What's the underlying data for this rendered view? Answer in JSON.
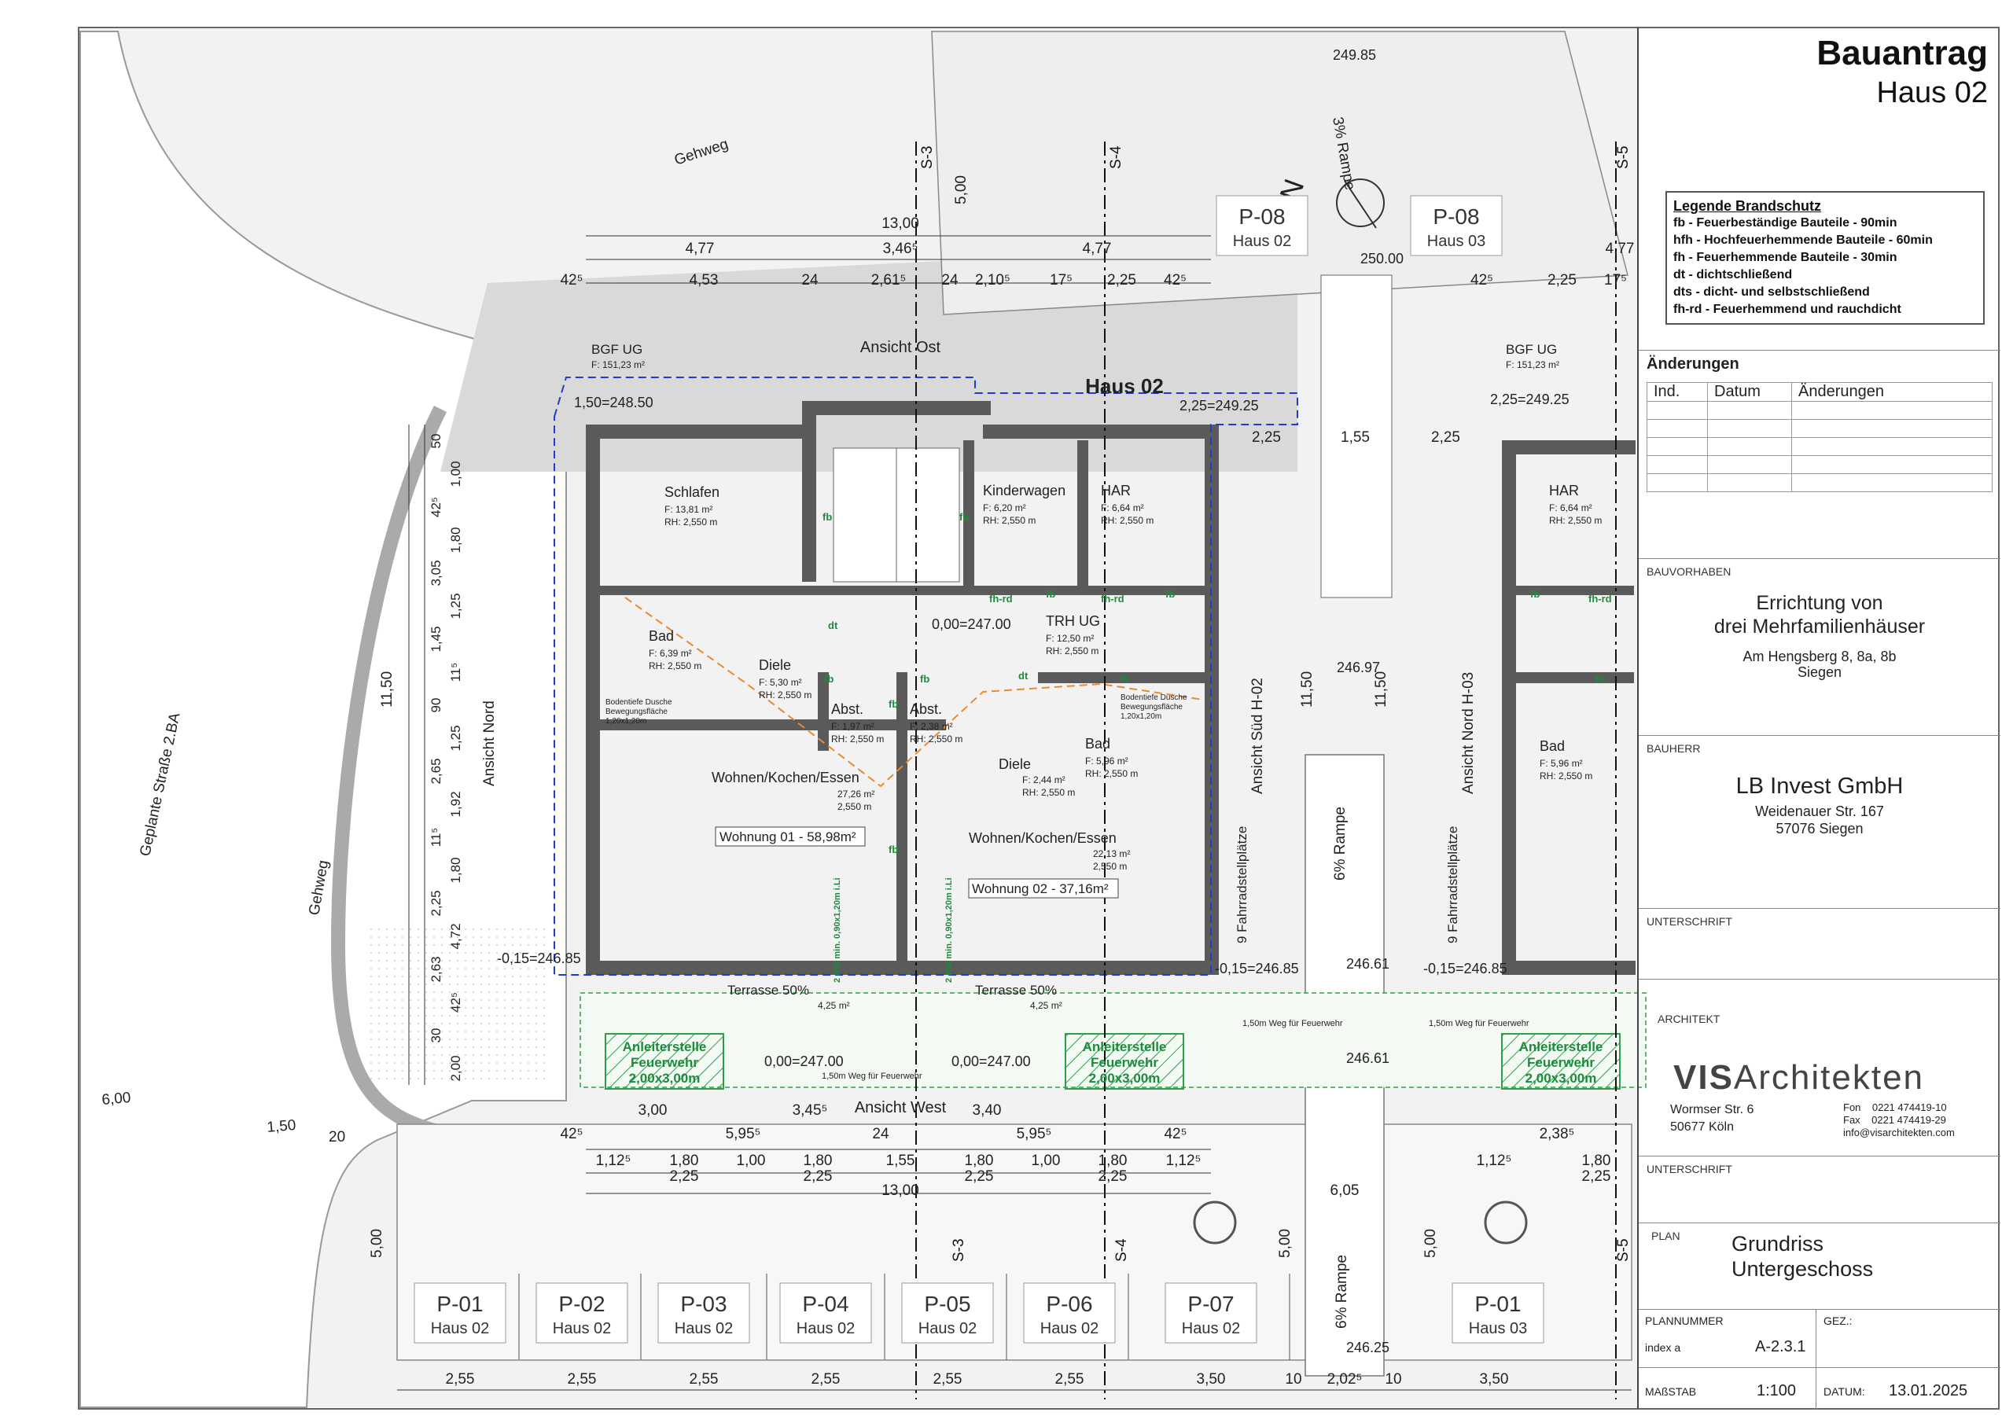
{
  "title_block": {
    "title": "Bauantrag",
    "subtitle": "Haus 02",
    "legend": {
      "heading": "Legende Brandschutz",
      "items": [
        "fb - Feuerbeständige Bauteile - 90min",
        "hfh - Hochfeuerhemmende Bauteile - 60min",
        "fh - Feuerhemmende Bauteile  - 30min",
        "dt - dichtschließend",
        "dts - dicht- und selbstschließend",
        "fh-rd - Feuerhemmend und rauchdicht"
      ]
    },
    "changes": {
      "heading": "Änderungen",
      "col_ind": "Ind.",
      "col_date": "Datum",
      "col_change": "Änderungen"
    },
    "bauvorhaben": {
      "label": "BAUVORHABEN",
      "line1": "Errichtung von",
      "line2": "drei Mehrfamilienhäuser",
      "address": "Am Hengsberg 8, 8a, 8b",
      "city": "Siegen"
    },
    "bauherr": {
      "label": "BAUHERR",
      "name": "LB Invest GmbH",
      "street": "Weidenauer Str. 167",
      "city": "57076 Siegen"
    },
    "unterschrift1": "UNTERSCHRIFT",
    "architekt": {
      "label": "ARCHITEKT",
      "logo_bold": "VIS",
      "logo_rest": "Architekten",
      "street": "Wormser Str. 6",
      "city": "50677 Köln",
      "fon_label": "Fon",
      "fon": "0221 474419-10",
      "fax_label": "Fax",
      "fax": "0221 474419-29",
      "email": "info@visarchitekten.com"
    },
    "unterschrift2": "UNTERSCHRIFT",
    "plan": {
      "label": "PLAN",
      "line1": "Grundriss",
      "line2": "Untergeschoss"
    },
    "plannummer_label": "PLANNUMMER",
    "index_label": "index a",
    "plannummer": "A-2.3.1",
    "gez_label": "GEZ.:",
    "massstab_label": "MAßSTAB",
    "massstab": "1:100",
    "datum_label": "DATUM:",
    "datum": "13.01.2025"
  },
  "drawing": {
    "house_title": "Haus 02",
    "north": "N",
    "ramp_top": "3% Rampe",
    "ramp_mid": "6% Rampe",
    "ramp_bottom": "6% Rampe",
    "gehweg": "Gehweg",
    "strasse": "Geplante Straße 2.BA",
    "ansicht_ost": "Ansicht Ost",
    "ansicht_west": "Ansicht West",
    "ansicht_nord": "Ansicht Nord",
    "ansicht_sued": "Ansicht Süd H-02",
    "ansicht_nord_h03": "Ansicht Nord H-03",
    "fahrrad": "9 Fahrradstellplätze",
    "bgf_label": "BGF UG",
    "bgf_area": "F:  151,23 m²",
    "levels": {
      "l1": "1,50=248.50",
      "l2": "2,25=249.25",
      "l3": "0,00=247.00",
      "l4": "-0,15=246.85",
      "l5": "250.00",
      "l6": "249.85",
      "l7": "246.97",
      "l8": "246.61",
      "l9": "246.25"
    },
    "rooms": {
      "schlafen": "Schlafen",
      "schlafen_f": "F:     13,81 m²",
      "schlafen_rh": "RH: 2,550 m",
      "kinderwagen": "Kinderwagen",
      "kinderwagen_f": "F:           6,20 m²",
      "kinderwagen_rh": "RH:       2,550 m",
      "har": "HAR",
      "har_f": "F:    6,64 m²",
      "har_rh": "RH: 2,550 m",
      "bad": "Bad",
      "bad_f": "F:   6,39 m²",
      "bad_rh": "RH: 2,550 m",
      "diele": "Diele",
      "diele_f": "F:    5,30 m²",
      "diele_rh": "RH: 2,550 m",
      "trh": "TRH UG",
      "trh_f": "F:     12,50 m²",
      "trh_rh": "RH: 2,550 m",
      "abst1": "Abst.",
      "abst1_f": "F:     1,97 m²",
      "abst1_rh": "RH: 2,550 m",
      "abst2": "Abst.",
      "abst2_f": "F:     2,38 m²",
      "abst2_rh": "RH: 2,550 m",
      "wohnen1": "Wohnen/Kochen/Essen",
      "wohnen1_f": "27,26 m²",
      "wohnen1_rh": "2,550 m",
      "wohnung1": "Wohnung 01 - 58,98m²",
      "diele2": "Diele",
      "diele2_f": "F:    2,44 m²",
      "diele2_rh": "RH: 2,550 m",
      "bad2": "Bad",
      "bad2_f": "F:    5,96 m²",
      "bad2_rh": "RH: 2,550 m",
      "wohnen2": "Wohnen/Kochen/Essen",
      "wohnen2_f": "22,13 m²",
      "wohnen2_rh": "2,550 m",
      "wohnung2": "Wohnung 02 - 37,16m²",
      "terrasse1": "Terrasse 50%",
      "terrasse1_f": "4,25 m²",
      "terrasse2": "Terrasse 50%",
      "terrasse2_f": "4,25 m²",
      "dusche": "Bodentiefe Dusche",
      "dusche2": "Bewegungsfläche",
      "dusche3": "1,20x1,20m"
    },
    "fire": {
      "fb": "fb",
      "fhrd": "fh-rd",
      "dt": "dt",
      "anleiter1": "Anleiterstelle",
      "anleiter2": "Feuerwehr",
      "anleiter3": "2,00x3,00m",
      "weg": "1,50m Weg für Feuerwehr",
      "rw": "2 RW min. 0,90x1,20m i.Li"
    },
    "parking": [
      {
        "code": "P-01",
        "house": "Haus 02"
      },
      {
        "code": "P-02",
        "house": "Haus 02"
      },
      {
        "code": "P-03",
        "house": "Haus 02"
      },
      {
        "code": "P-04",
        "house": "Haus 02"
      },
      {
        "code": "P-05",
        "house": "Haus 02"
      },
      {
        "code": "P-06",
        "house": "Haus 02"
      },
      {
        "code": "P-07",
        "house": "Haus 02"
      },
      {
        "code": "P-01",
        "house": "Haus 03"
      },
      {
        "code": "P-08",
        "house": "Haus 02"
      },
      {
        "code": "P-08",
        "house": "Haus 03"
      }
    ],
    "sections": {
      "s3": "S-3",
      "s4": "S-4",
      "s5": "S-5"
    },
    "dims": {
      "d13": "13,00",
      "d477": "4,77",
      "d3465": "3,46⁵",
      "d453": "4,53",
      "d24": "24",
      "d2615": "2,61⁵",
      "d2105": "2,10⁵",
      "d175": "17⁵",
      "d225": "2,25",
      "d425": "42⁵",
      "d500": "5,00",
      "d155": "1,55",
      "d1150": "11,50",
      "d255": "2,55",
      "d350": "3,50",
      "d300": "3,00",
      "d3455": "3,45⁵",
      "d340": "3,40",
      "d5955": "5,95⁵",
      "d1125": "1,12⁵",
      "d180": "1,80",
      "d100": "1,00",
      "d605": "6,05",
      "d600": "6,00",
      "d150": "1,50",
      "d20": "20",
      "d10": "10",
      "d2025": "2,02⁵",
      "d2385": "2,38⁵"
    },
    "left_dims": [
      "50",
      "1,00",
      "42⁵",
      "1,80",
      "3,05",
      "1,25",
      "1,45",
      "11⁵",
      "90",
      "1,25",
      "2,65",
      "1,92",
      "11⁵",
      "1,80",
      "2,25",
      "4,72",
      "2,63",
      "42⁵",
      "30",
      "2,00"
    ]
  }
}
